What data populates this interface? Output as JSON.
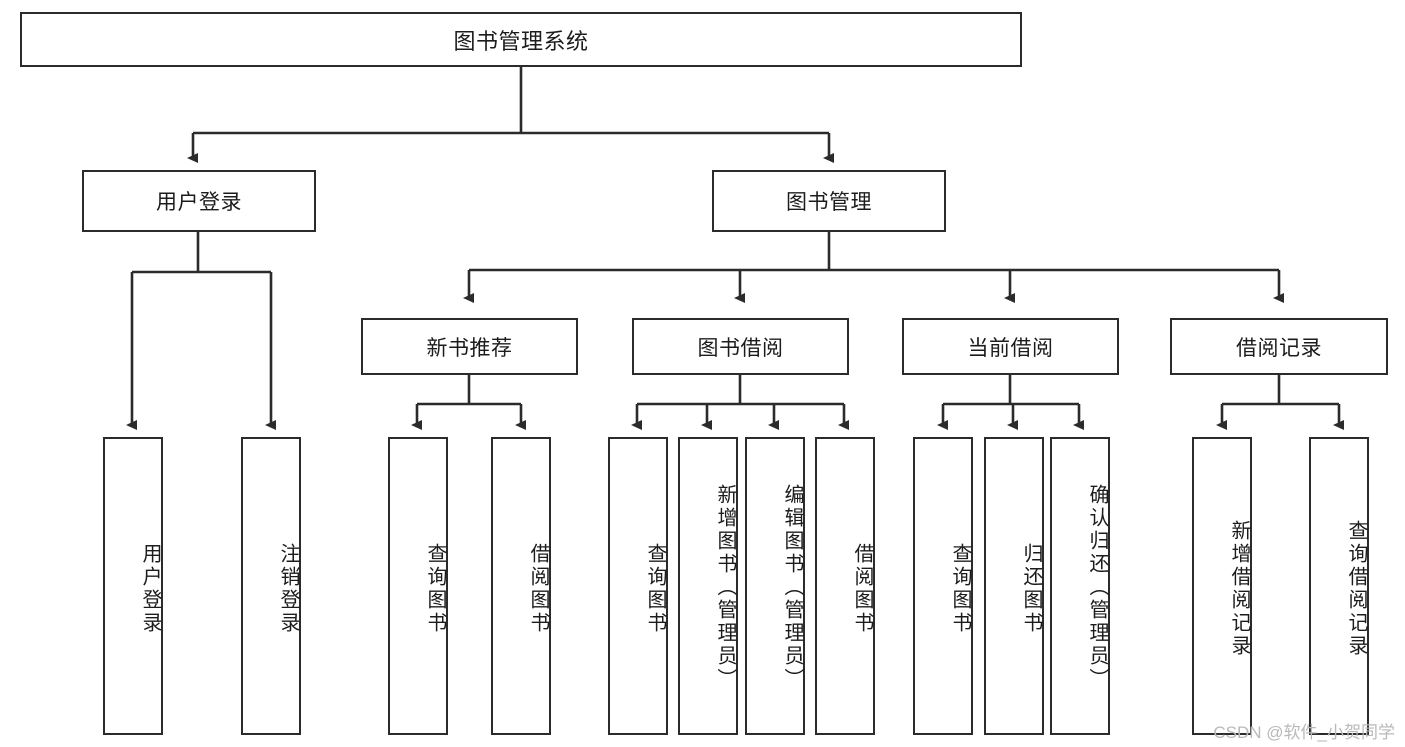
{
  "diagram": {
    "title": "图书管理系统",
    "watermark": "CSDN @软件_小贺同学",
    "root": {
      "label": "图书管理系统"
    },
    "level1": [
      {
        "label": "用户登录"
      },
      {
        "label": "图书管理"
      }
    ],
    "level2": [
      {
        "label": "新书推荐"
      },
      {
        "label": "图书借阅"
      },
      {
        "label": "当前借阅"
      },
      {
        "label": "借阅记录"
      }
    ],
    "leaves": {
      "user_login": [
        {
          "label": "用户登录"
        },
        {
          "label": "注销登录"
        }
      ],
      "new_book": [
        {
          "label": "查询图书"
        },
        {
          "label": "借阅图书"
        }
      ],
      "borrow_book": [
        {
          "label": "查询图书"
        },
        {
          "label": "新增图书（管理员）"
        },
        {
          "label": "编辑图书（管理员）"
        },
        {
          "label": "借阅图书"
        }
      ],
      "current_borrow": [
        {
          "label": "查询图书"
        },
        {
          "label": "归还图书"
        },
        {
          "label": "确认归还（管理员）"
        }
      ],
      "borrow_record": [
        {
          "label": "新增借阅记录"
        },
        {
          "label": "查询借阅记录"
        }
      ]
    },
    "colors": {
      "stroke": "#2b2b2b",
      "background": "#ffffff",
      "text": "#1c1c1c",
      "watermark": "#b9b9b9"
    }
  }
}
